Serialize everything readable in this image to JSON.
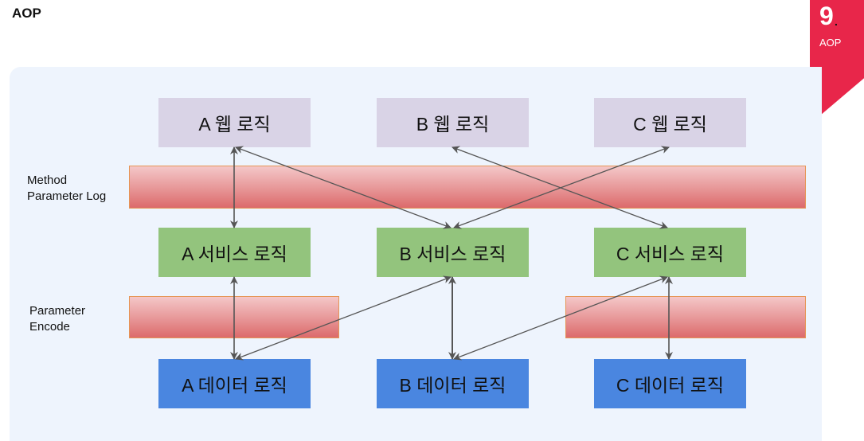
{
  "slide": {
    "title": "AOP",
    "badge": {
      "number": "9",
      "dot": ".",
      "label": "AOP"
    }
  },
  "diagram": {
    "bands": [
      {
        "id": "method-parameter-log",
        "label_line1": "Method",
        "label_line2": "Parameter Log"
      },
      {
        "id": "parameter-encode",
        "label_line1": "Parameter",
        "label_line2": "Encode"
      }
    ],
    "web_boxes": [
      "A 웹 로직",
      "B 웹 로직",
      "C 웹 로직"
    ],
    "service_boxes": [
      "A 서비스 로직",
      "B 서비스 로직",
      "C 서비스 로직"
    ],
    "data_boxes": [
      "A 데이터 로직",
      "B 데이터 로직",
      "C 데이터 로직"
    ],
    "connections": [
      {
        "from": "A 웹 로직",
        "to": "A 서비스 로직",
        "type": "bidirectional"
      },
      {
        "from": "A 웹 로직",
        "to": "B 서비스 로직",
        "type": "bidirectional"
      },
      {
        "from": "B 웹 로직",
        "to": "C 서비스 로직",
        "type": "bidirectional"
      },
      {
        "from": "C 웹 로직",
        "to": "B 서비스 로직",
        "type": "bidirectional"
      },
      {
        "from": "A 서비스 로직",
        "to": "A 데이터 로직",
        "type": "bidirectional"
      },
      {
        "from": "B 서비스 로직",
        "to": "A 데이터 로직",
        "type": "bidirectional"
      },
      {
        "from": "B 서비스 로직",
        "to": "B 데이터 로직",
        "type": "bidirectional"
      },
      {
        "from": "C 서비스 로직",
        "to": "B 데이터 로직",
        "type": "bidirectional"
      },
      {
        "from": "C 서비스 로직",
        "to": "C 데이터 로직",
        "type": "bidirectional"
      }
    ]
  },
  "colors": {
    "badge": "#e8264a",
    "web": "#d9d3e6",
    "service": "#93c47d",
    "data": "#4a86e0",
    "band_border": "#e69555",
    "arrow": "#555555"
  }
}
